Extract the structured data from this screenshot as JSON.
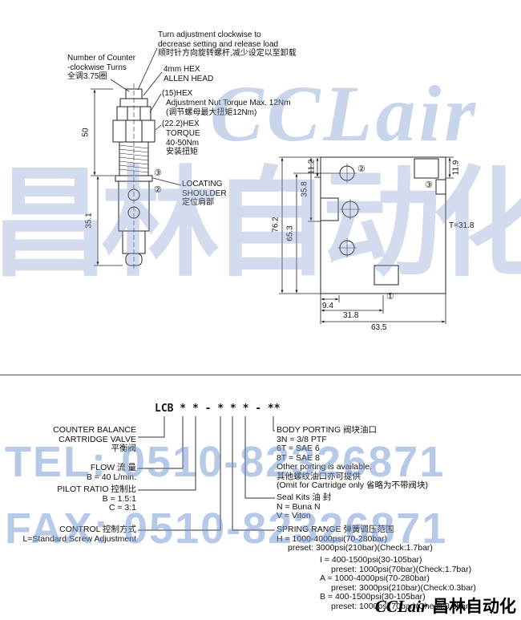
{
  "watermark": {
    "brand_en": "CCLair",
    "brand_cn": "昌林自动化",
    "tel": "TEL: 0510-82326871",
    "fax": "FAX: 0510-82326871"
  },
  "footer": {
    "logo_en": "CCLair",
    "logo_cn": "昌林自动化"
  },
  "drawing": {
    "ann": {
      "turn1": "Turn adjustment clockwise to",
      "turn2": "decrease setting and release load",
      "turn3": "顺时针方向旋转螺杆,减少设定以至卸载",
      "cturn1": "Number of Counter",
      "cturn2": "-clockwise Turns",
      "cturn3": "全调3.75圈",
      "allen1": "4mm HEX",
      "allen2": "ALLEN HEAD",
      "hex15": "(15)HEX",
      "nut_en": "Adjustment Nut Torque Max. 12Nm",
      "nut_cn": "(调节螺母最大扭矩12Nm)",
      "hex222": "(22.2)HEX",
      "torque1": "TORQUE",
      "torque2": "40-50Nm",
      "torque3": "安装扭矩",
      "loc1": "LOCATING",
      "loc2": "SHOULDER",
      "loc3": "定位肩部"
    },
    "dims": {
      "h50": "50",
      "h35_1": "35.1",
      "m76_2": "76.2",
      "m65_3": "65.3",
      "m35_8": "35.8",
      "m11_2": "11.2",
      "m11_9": "11.9",
      "t31_8": "T=31.8",
      "b9_4": "9.4",
      "b31_8": "31.8",
      "b63_5": "63.5"
    },
    "ports": {
      "p1": "①",
      "p2": "②",
      "p3": "③"
    }
  },
  "ordering": {
    "code": "LCB * * - * * * - **",
    "left": [
      {
        "lines": [
          "COUNTER BALANCE",
          "CARTRIDGE VALVE",
          "平衡阀"
        ]
      },
      {
        "lines": [
          "FLOW 流 量",
          "B = 40 L/min."
        ]
      },
      {
        "lines": [
          "PILOT RATIO 控制比",
          "B = 1.5:1",
          "C = 3:1"
        ]
      },
      {
        "lines": [
          "CONTROL 控制方式",
          "L=Standard Screw Adjustment"
        ]
      }
    ],
    "right": [
      {
        "lines": [
          "BODY PORTING 阀块油口",
          "3N = 3/8 PTF",
          "6T = SAE 6",
          "8T = SAE 8",
          "Other porting is available.",
          "其他螺纹油口亦可提供",
          "(Omit for Cartridge only 省略为不带阀块)"
        ]
      },
      {
        "lines": [
          "Seal Kits 油 封",
          "N = Buna N",
          "V = Viton"
        ]
      },
      {
        "lines": [
          "SPRING RANGE 弹簧调压范围",
          "H = 1000-4000psi(70-280bar)",
          "preset: 3000psi(210bar)(Check:1.7bar)"
        ]
      },
      {
        "lines": [
          "I = 400-1500psi(30-105bar)",
          "preset: 1000psi(70bar)(Check:1.7bar)",
          "A = 1000-4000psi(70-280bar)",
          "preset: 3000psi(210bar)(Check:0.3bar)",
          "B = 400-1500psi(30-105bar)",
          "preset: 1000psi(70bar)(Check:0.3bar)"
        ]
      }
    ]
  }
}
